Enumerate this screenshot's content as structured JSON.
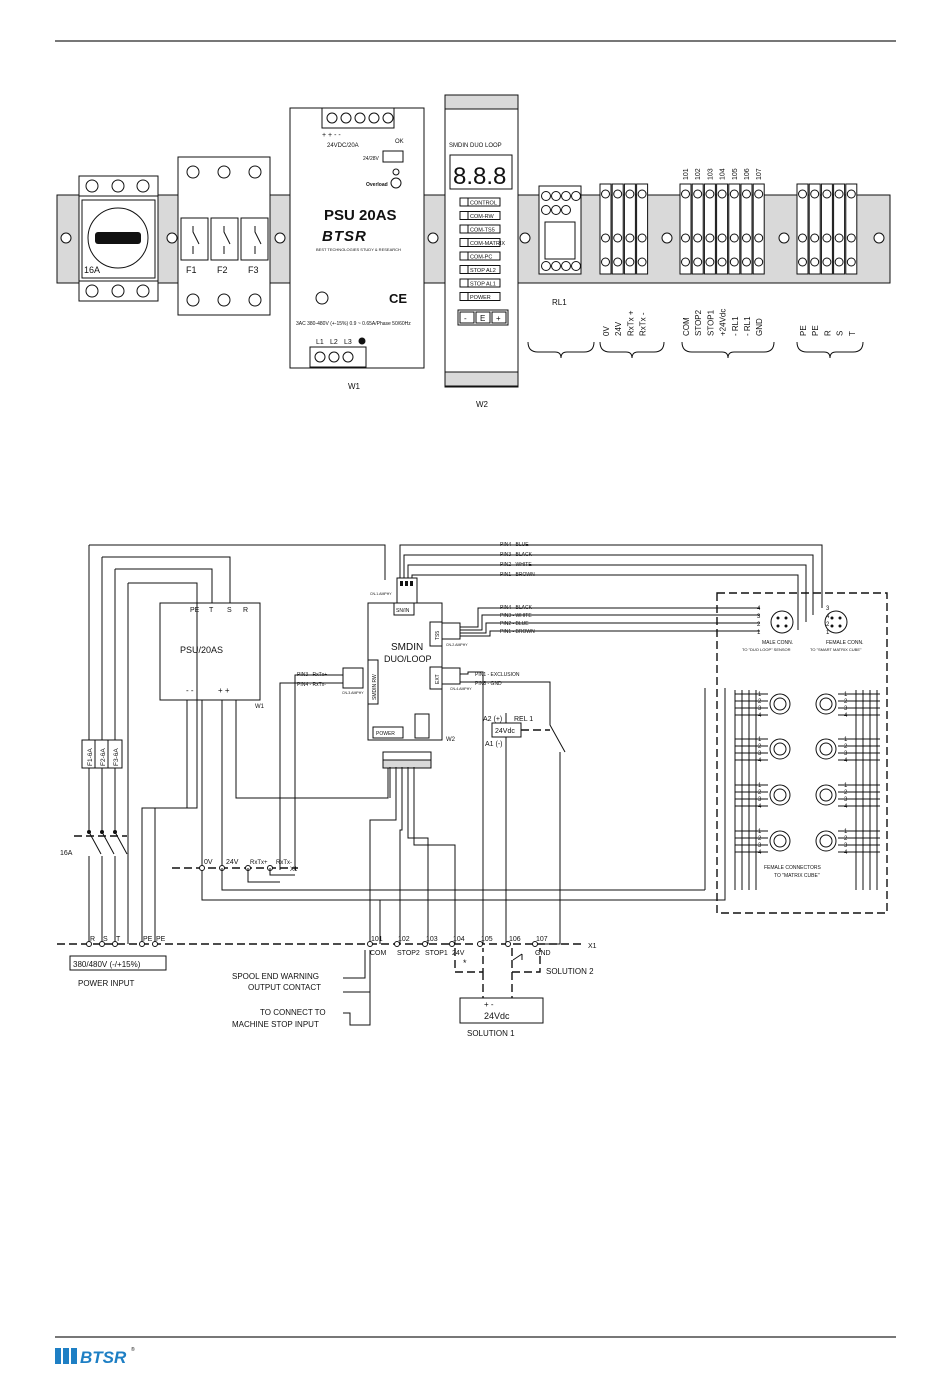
{
  "top_panel": {
    "breaker_label": "16A",
    "fuse_labels": [
      "F1",
      "F2",
      "F3"
    ],
    "psu": {
      "title": "PSU 20AS",
      "brand": "BTSR",
      "subtitle": "BEST TECHNOLOGIES STUDY & RESEARCH",
      "output_rating": "24VDC/20A",
      "ok": "OK",
      "voltage_24": "24/28V",
      "overload": "Overload",
      "input_rating": "3AC 380-480V (+-15%) 0.9 ~ 0.65A/Phase 50/60Hz",
      "terminals": [
        "L1",
        "L2",
        "L3"
      ],
      "ce": "CE",
      "module": "W1"
    },
    "smdin": {
      "title": "SMDIN DUO LOOP",
      "display": "8.8.8",
      "leds": [
        "CONTROL",
        "COM-RW",
        "COM-TS5",
        "COM-MATRIX",
        "COM-PC",
        "STOP AL2",
        "STOP AL1",
        "POWER"
      ],
      "keys": [
        "-",
        "E",
        "+"
      ],
      "module": "W2"
    },
    "relay_label": "RL1",
    "term_numbers": [
      "101",
      "102",
      "103",
      "104",
      "105",
      "106",
      "107"
    ],
    "group_a": [
      "0V",
      "24V",
      "RxTx +",
      "RxTx -"
    ],
    "group_b": [
      "COM",
      "STOP2",
      "STOP1",
      "+24Vdc",
      "- RL1",
      "- RL1",
      "GND"
    ],
    "group_c": [
      "PE",
      "PE",
      "R",
      "S",
      "T"
    ]
  },
  "schematic": {
    "psu_title": "PSU/20AS",
    "psu_pins": [
      "PE",
      "T",
      "S",
      "R"
    ],
    "psu_minus": "- -",
    "psu_plus": "+ +",
    "w1": "W1",
    "smdin_title": "SMDIN",
    "smdin_sub": "DUO/LOOP",
    "w2": "W2",
    "snin": "SN/IN",
    "ts5": "TS5",
    "smdin_rw": "SMDIN RW",
    "ext": "EXT",
    "power": "POWER",
    "top_pins": [
      "PIN4 - BLUE",
      "PIN3 - BLACK",
      "PIN2 - WHITE",
      "PIN1 - BROWN"
    ],
    "ts5_pins": [
      "PIN4 - BLACK",
      "PIN3 - WHITE",
      "PIN2 - BLUE",
      "PIN1 - BROWN"
    ],
    "rw_pins": [
      "PIN3 - RxTx+",
      "PIN4 - RxTx-"
    ],
    "ext_pins": [
      "PIN1 - EXCLUSION",
      "PIN8 - GND"
    ],
    "cn_snin": "CN-1.AMPHY",
    "cn_ts5": "CN-2.AMPHY",
    "cn_rw": "CN-3.AMPHY",
    "cn_ext": "CN-4.AMPHY",
    "fuses": [
      "F1-6A",
      "F2-6A",
      "F3-6A"
    ],
    "breaker": "16A",
    "bus_labels": [
      "0V",
      "24V",
      "RxTx+",
      "RxTx-"
    ],
    "x1_bus": "X1",
    "rail_left": [
      "R",
      "S",
      "T",
      "PE",
      "PE"
    ],
    "rail_nums": [
      "101",
      "102",
      "103",
      "104",
      "105",
      "106",
      "107"
    ],
    "rail_names": [
      "COM",
      "STOP2",
      "STOP1",
      "24V",
      "",
      "",
      "GND"
    ],
    "x1": "X1",
    "power_spec": "380/480V (-/+15%)",
    "power_input": "POWER INPUT",
    "spool1": "SPOOL END WARNING",
    "spool2": "OUTPUT CONTACT",
    "stop1": "TO CONNECT TO",
    "stop2": "MACHINE STOP INPUT",
    "a2": "A2 (+)",
    "a1": "A1 (-)",
    "rel": "REL 1",
    "coil": "24Vdc",
    "sol2": "SOLUTION 2",
    "sol1": "SOLUTION 1",
    "sol1_box": "24Vdc",
    "male_conn": "MALE CONN.",
    "male_to": "TO \"DUO LOOP\" SENSOR",
    "female_conn": "FEMALE CONN.",
    "female_to": "TO \"SMART MATRIX CUBE\"",
    "female_connectors": "FEMALE CONNECTORS",
    "female_connectors_to": "TO \"MATRIX CUBE\""
  },
  "footer": {
    "brand": "BTSR"
  }
}
